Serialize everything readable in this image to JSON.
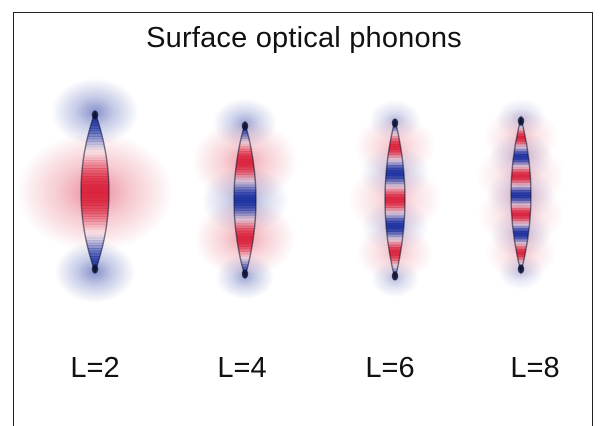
{
  "title": "Surface optical phonons",
  "colors": {
    "positive": "#d9213b",
    "negative": "#1b2f9e",
    "outline": "#0a1030"
  },
  "modes": [
    {
      "label": "L=2",
      "L": 2
    },
    {
      "label": "L=4",
      "L": 4
    },
    {
      "label": "L=6",
      "L": 6
    },
    {
      "label": "L=8",
      "L": 8
    }
  ]
}
